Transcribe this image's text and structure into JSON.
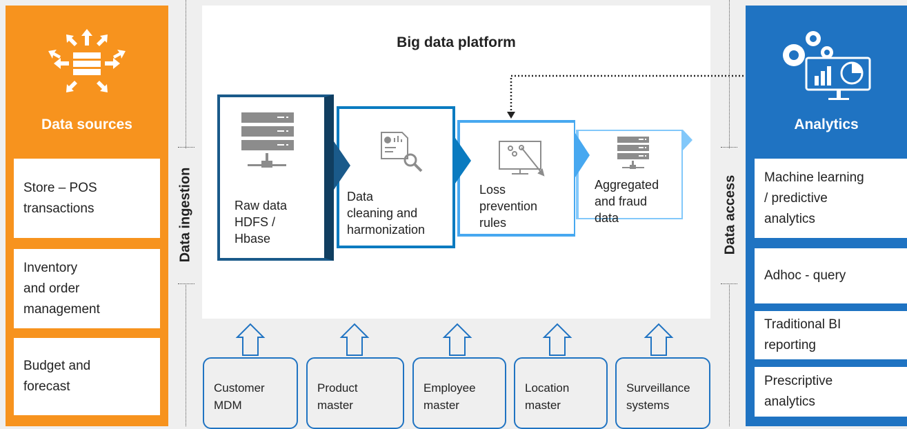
{
  "sources": {
    "title": "Data sources",
    "items": [
      "Store – POS\ntransactions",
      "Inventory\nand order\nmanagement",
      "Budget and\nforecast"
    ]
  },
  "ingestion_label": "Data ingestion",
  "access_label": "Data access",
  "platform": {
    "title": "Big data platform",
    "steps": [
      "Raw data\nHDFS /\nHbase",
      "Data\ncleaning and\nharmonization",
      "Loss\nprevention\nrules",
      "Aggregated\nand fraud\ndata"
    ]
  },
  "masters": [
    "Customer\nMDM",
    "Product\nmaster",
    "Employee\nmaster",
    "Location\nmaster",
    "Surveillance\nsystems"
  ],
  "analytics": {
    "title": "Analytics",
    "items": [
      "Machine learning\n/ predictive\nanalytics",
      "Adhoc - query",
      "Traditional BI\nreporting",
      "Prescriptive\nanalytics"
    ]
  },
  "colors": {
    "orange": "#f7931e",
    "blue": "#1f73c2",
    "navy": "#1a5a8a",
    "teal": "#0a7bc0",
    "light_blue": "#47a8f0",
    "pale_blue": "#82c8fa"
  },
  "icons": [
    "database-arrows-icon",
    "gears-monitor-icon",
    "server-icon",
    "report-magnifier-icon",
    "monitor-chart-icon",
    "up-arrow-icon"
  ]
}
